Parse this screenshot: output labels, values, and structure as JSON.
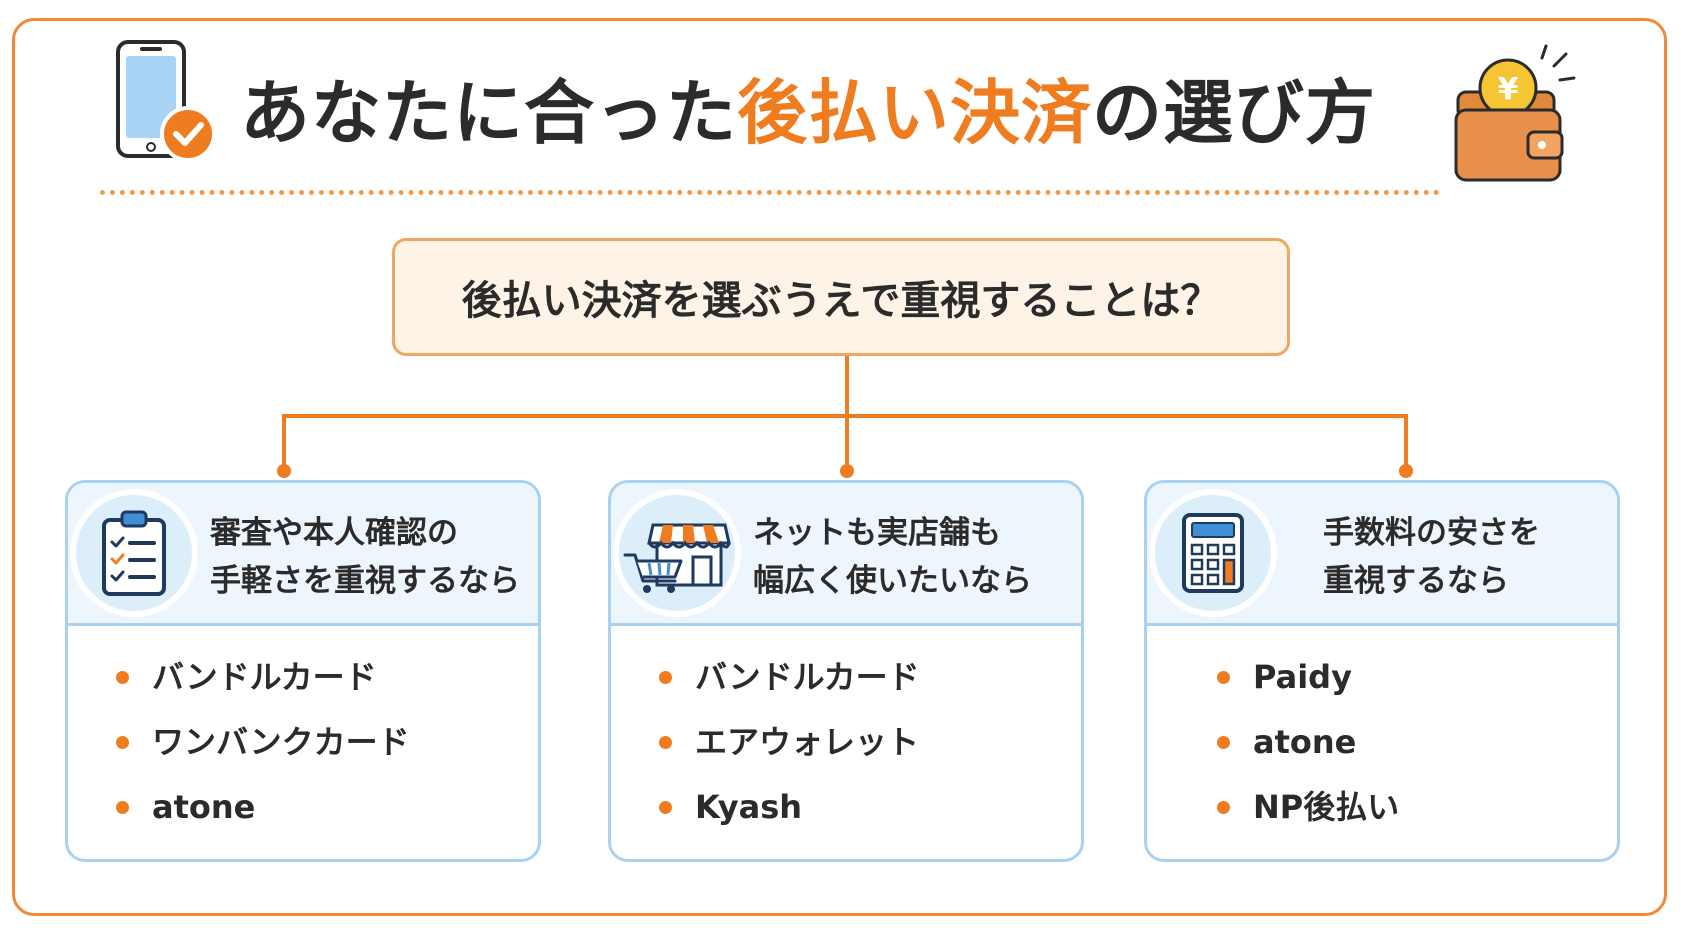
{
  "title": {
    "part1": "あなたに合った",
    "highlight": "後払い決済",
    "part2": "の選び方"
  },
  "question": "後払い決済を選ぶうえで重視することは？",
  "cards": [
    {
      "icon": "checklist-icon",
      "heading": [
        "審査や本人確認の",
        "手軽さを重視するなら"
      ],
      "items": [
        "バンドルカード",
        "ワンバンクカード",
        "atone"
      ]
    },
    {
      "icon": "store-cart-icon",
      "heading": [
        "ネットも実店舗も",
        "幅広く使いたいなら"
      ],
      "items": [
        "バンドルカード",
        "エアウォレット",
        "Kyash"
      ]
    },
    {
      "icon": "calculator-icon",
      "heading": [
        "手数料の安さを",
        "重視するなら"
      ],
      "items": [
        "Paidy",
        "atone",
        "NP後払い"
      ]
    }
  ],
  "decorations": {
    "left": "smartphone-check-icon",
    "right": "wallet-yen-icon",
    "coin_symbol": "¥"
  },
  "colors": {
    "accent": "#f07c20",
    "card_border": "#a9d2f2",
    "card_head_bg": "#eef6fd",
    "question_bg": "#fdf3e7",
    "text": "#2b2b2b"
  }
}
